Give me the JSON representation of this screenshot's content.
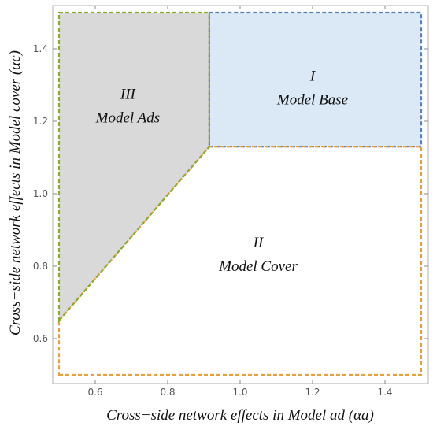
{
  "chart_data": {
    "type": "area",
    "xlabel": "Cross−side network effects in Model ad (αa)",
    "ylabel": "Cross−side network effects in Model cover (αc)",
    "xlim": [
      0.5,
      1.5
    ],
    "ylim": [
      0.5,
      1.5
    ],
    "xticks": [
      "0.6",
      "0.8",
      "1.0",
      "1.2",
      "1.4"
    ],
    "yticks": [
      "0.6",
      "0.8",
      "1.0",
      "1.2",
      "1.4"
    ],
    "xtick_values": [
      0.6,
      0.8,
      1.0,
      1.2,
      1.4
    ],
    "ytick_values": [
      0.6,
      0.8,
      1.0,
      1.2,
      1.4
    ],
    "grid": false,
    "regions": [
      {
        "numeral": "I",
        "name": "Model Base",
        "fill": "#dbe9f7",
        "stroke": "#5a80b8",
        "polygon": [
          [
            0.915,
            1.13
          ],
          [
            1.5,
            1.13
          ],
          [
            1.5,
            1.5
          ],
          [
            0.915,
            1.5
          ]
        ],
        "label_at": [
          1.2,
          1.29
        ]
      },
      {
        "numeral": "II",
        "name": "Model Cover",
        "fill": "#ffffff",
        "stroke": "#e8a03a",
        "polygon": [
          [
            0.5,
            0.5
          ],
          [
            1.5,
            0.5
          ],
          [
            1.5,
            1.13
          ],
          [
            0.915,
            1.13
          ],
          [
            0.5,
            0.65
          ]
        ],
        "label_at": [
          1.05,
          0.83
        ]
      },
      {
        "numeral": "III",
        "name": "Model Ads",
        "fill": "#d9d9d9",
        "stroke": "#8aaa30",
        "polygon": [
          [
            0.5,
            0.65
          ],
          [
            0.915,
            1.13
          ],
          [
            0.915,
            1.5
          ],
          [
            0.5,
            1.5
          ]
        ],
        "label_at": [
          0.69,
          1.24
        ]
      }
    ]
  }
}
